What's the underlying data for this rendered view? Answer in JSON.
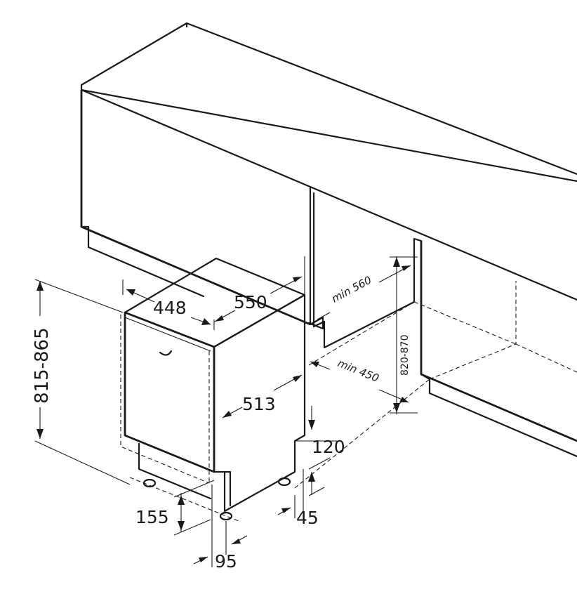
{
  "diagram": {
    "dimensions": {
      "width_448": "448",
      "depth_550": "550",
      "depth_513": "513",
      "height_815_865": "815-865",
      "niche_min_560": "min 560",
      "niche_min_450": "min 450",
      "niche_height_820_870": "820-870",
      "plinth_120": "120",
      "foot_155": "155",
      "foot_95": "95",
      "foot_45": "45"
    }
  }
}
